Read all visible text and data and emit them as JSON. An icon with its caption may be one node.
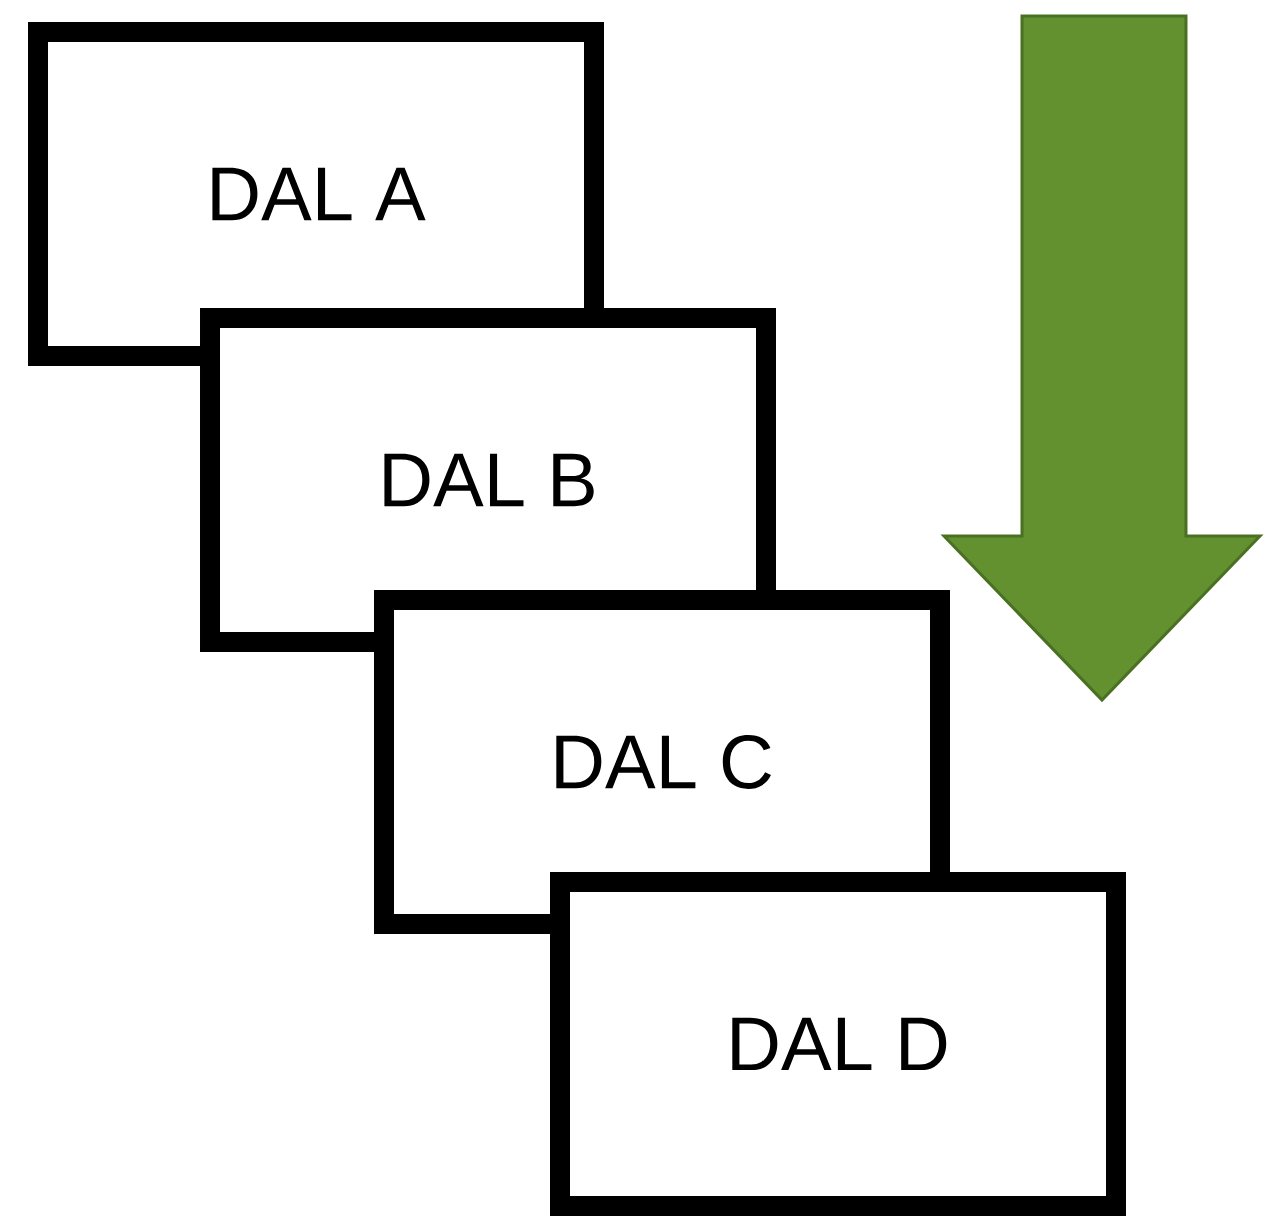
{
  "diagram": {
    "nodes": [
      {
        "text": [
          "DAL A"
        ]
      },
      {
        "text": [
          "DAL B"
        ]
      },
      {
        "text": [
          "DAL C"
        ]
      },
      {
        "text": [
          "DAL D"
        ]
      }
    ]
  }
}
